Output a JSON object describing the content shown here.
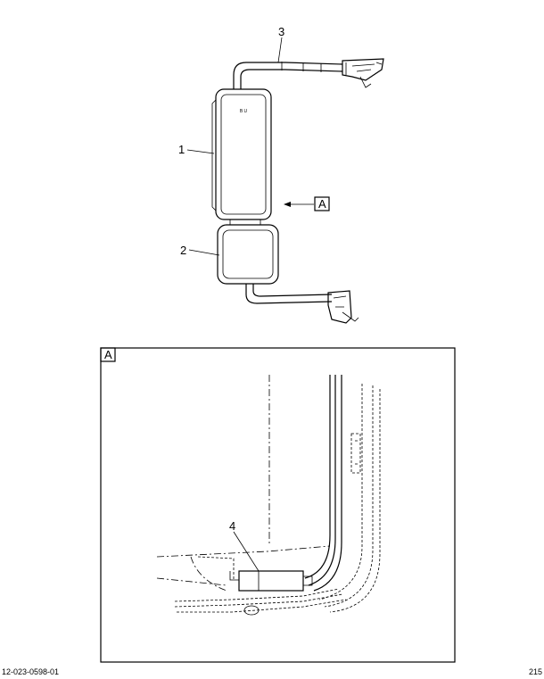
{
  "callouts": {
    "c1": "1",
    "c2": "2",
    "c3": "3",
    "c4": "4",
    "view_ref": "A",
    "detail_label": "A",
    "mirror_mark": "B U"
  },
  "footer": {
    "figure_id": "12-023-0598-01",
    "page": "215"
  }
}
